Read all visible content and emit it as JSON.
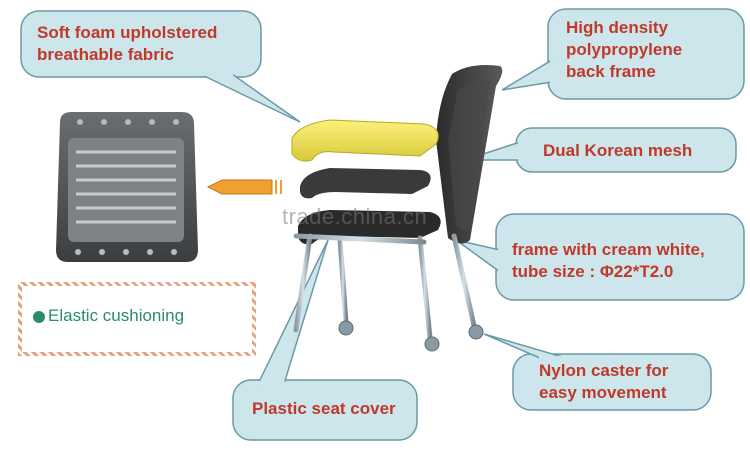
{
  "callouts": {
    "soft_foam": "Soft foam upholstered\nbreathable fabric",
    "back_frame": "High density\npolypropylene\nback frame",
    "mesh": "Dual Korean mesh",
    "frame": "frame with cream white,\ntube size : Φ22*T2.0",
    "caster": "Nylon caster for\neasy movement",
    "seat_cover": "Plastic seat cover"
  },
  "elastic_label": "Elastic cushioning",
  "watermark": "trade.china.cn",
  "colors": {
    "bubble_fill": "#cde6ec",
    "bubble_stroke": "#6a9aa6",
    "callout_text": "#c0392b",
    "elastic_text": "#2a8c6a",
    "foam_yellow": "#f0e050",
    "arrow_orange": "#f0a030"
  }
}
